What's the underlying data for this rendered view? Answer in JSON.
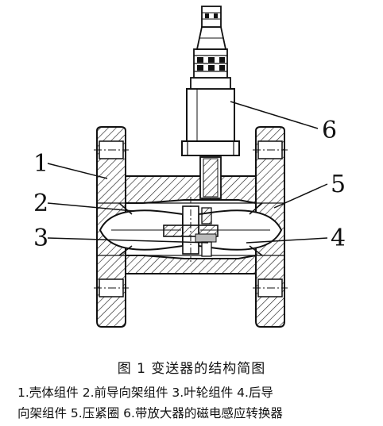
{
  "figure": {
    "caption": "图 1   变送器的结构简图",
    "callouts": [
      "1",
      "2",
      "3",
      "4",
      "5",
      "6"
    ],
    "legend_line_1": "1.壳体组件  2.前导向架组件  3.叶轮组件 4.后导",
    "legend_line_2": "向架组件  5.压紧圈  6.带放大器的磁电感应转换器"
  }
}
